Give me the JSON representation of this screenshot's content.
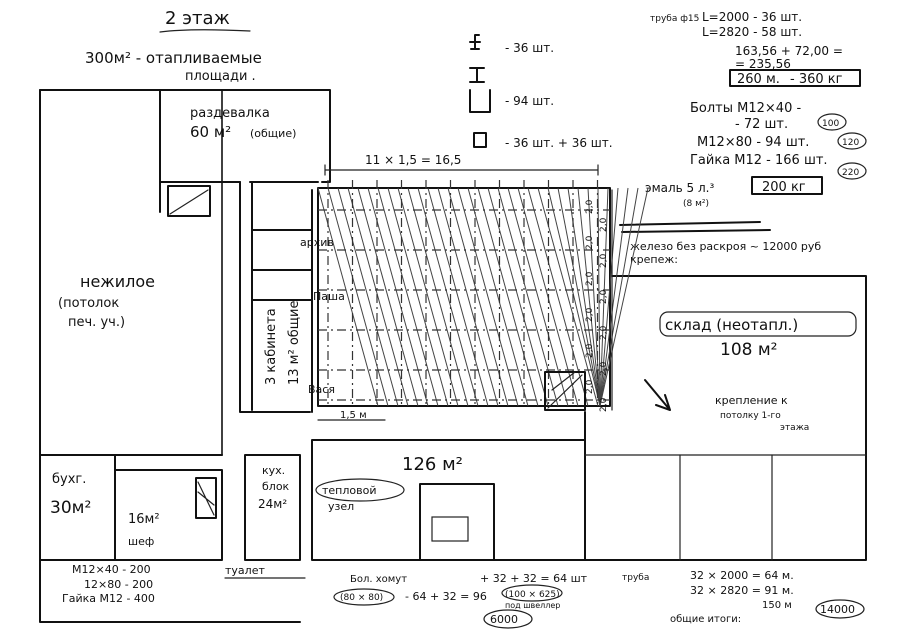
{
  "header": {
    "floor": "2 этаж",
    "heated_area": "300м² - отапливаемые",
    "heated_area_2": "площади ."
  },
  "profiles": {
    "p1": "- 36 шт.",
    "p2": "- 94 шт.",
    "p3": "- 36 шт. + 36 шт."
  },
  "calc_top_right": {
    "tube_label": "труба ф15",
    "line1": "L=2000 - 36 шт.",
    "line2": "L=2820 - 58 шт.",
    "sum1": "163,56 + 72,00 =",
    "sum2": "= 235,56",
    "box1": "260 м.",
    "box2": "- 360 кг"
  },
  "bolts": {
    "b1": "Болты М12×40 -",
    "b1b": "- 72 шт.",
    "b1c": "100",
    "b2": "М12×80 - 94 шт.",
    "b2c": "120",
    "b3": "Гайка М12 - 166 шт.",
    "b3c": "220"
  },
  "paint": {
    "label": "эмаль 5 л.³",
    "sub": "(8 м²)",
    "box": "200 кг"
  },
  "iron": {
    "line1": "железо без раскроя ~ 12000 руб",
    "line2": "крепеж:"
  },
  "rooms": {
    "dressing": "раздевалка",
    "dressing_area": "60 м²",
    "dressing_note": "(общие)",
    "nonres": "нежилое",
    "nonres_note1": "(потолок",
    "nonres_note2": "печ. уч.)",
    "archive": "архив",
    "pasha": "Паша",
    "vasya": "Вася",
    "cabinets": "3 кабинета",
    "cabinets_area": "13 м² общие",
    "warehouse": "склад (неотапл.)",
    "warehouse_area": "108 м²",
    "mount_note1": "крепление к",
    "mount_note2": "потолку 1-го",
    "mount_note3": "этажа",
    "buh": "бухг.",
    "buh_area": "30м²",
    "chef_area": "16м²",
    "chef": "шеф",
    "kitchen": "кух.",
    "kitchen2": "блок",
    "kitchen_area": "24м²",
    "toilet": "туалет",
    "big": "126 м²",
    "heat": "тепловой",
    "heat2": "узел"
  },
  "dims": {
    "top": "11 × 1,5 = 16,5",
    "bottom": "1,5 м",
    "right": [
      "2,0",
      "2,0",
      "2,0",
      "2,0",
      "2,0",
      "2,0",
      "2,0",
      "2,0",
      "2,0",
      "2,0",
      "2,0",
      "2,0"
    ]
  },
  "bottom_left": {
    "l1": "М12×40 - 200",
    "l2": "12×80 - 200",
    "l3": "Гайка М12 - 400"
  },
  "bottom_mid": {
    "clamp": "Бол. хомут",
    "clamp_size": "(80 × 80)",
    "calc1": "+ 32 + 32 = 64 шт",
    "calc2": "- 64 + 32 = 96",
    "box": "(100 × 625)",
    "note": "под швеллер",
    "total": "6000"
  },
  "bottom_right": {
    "tube": "труба",
    "t1": "32 × 2000 = 64 м.",
    "t2": "32 × 2820 = 91 м.",
    "t3": "150 м",
    "total_label": "общие итоги:",
    "total": "14000"
  }
}
